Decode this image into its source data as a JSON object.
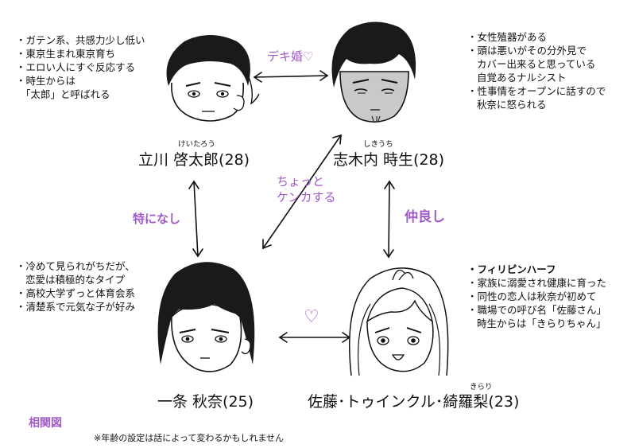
{
  "colors": {
    "accent": "#a05ac8",
    "ink": "#111111",
    "hair": "#1a1a1a",
    "skin": "#ffffff",
    "skin_shaded": "#c9c9c9"
  },
  "characters": {
    "tachikawa": {
      "name": "立川 啓太郎(28)",
      "ruby": "けいたろう",
      "notes": [
        "・ガテン系、共感力少し低い",
        "・東京生まれ東京育ち",
        "・エロい人にすぐ反応する",
        "・時生からは",
        "「太郎」と呼ばれる"
      ]
    },
    "shikiuchi": {
      "name": "志木内 時生(28)",
      "ruby": "しきうち",
      "notes": [
        "・女性殖器がある",
        "・頭は悪いがその分外見で",
        "カバー出来ると思っている",
        "自覚あるナルシスト",
        "・性事情をオープンに話すので",
        "秋奈に怒られる"
      ]
    },
    "ichijo": {
      "name": "一条 秋奈(25)",
      "notes": [
        "・冷めて見られがちだが、",
        "恋愛は積極的なタイプ",
        "・高校大学ずっと体育会系",
        "・清楚系で元気な子が好み"
      ]
    },
    "sato": {
      "name": "佐藤･トゥインクル･綺羅梨(23)",
      "ruby": "きらり",
      "notes": [
        "・フィリピンハーフ",
        "・家族に溺愛され健康に育った",
        "・同性の恋人は秋奈が初めて",
        "・職場での呼び名「佐藤さん」",
        "時生からは「きらりちゃん」"
      ]
    }
  },
  "relations": {
    "top": "デキ婚♡",
    "left": "特になし",
    "right": "仲良し",
    "diagonal": [
      "ちょっと",
      "ケンカする"
    ],
    "bottom": "♡"
  },
  "footer": {
    "title": "相関図",
    "note": "※年齢の設定は話によって変わるかもしれません"
  }
}
